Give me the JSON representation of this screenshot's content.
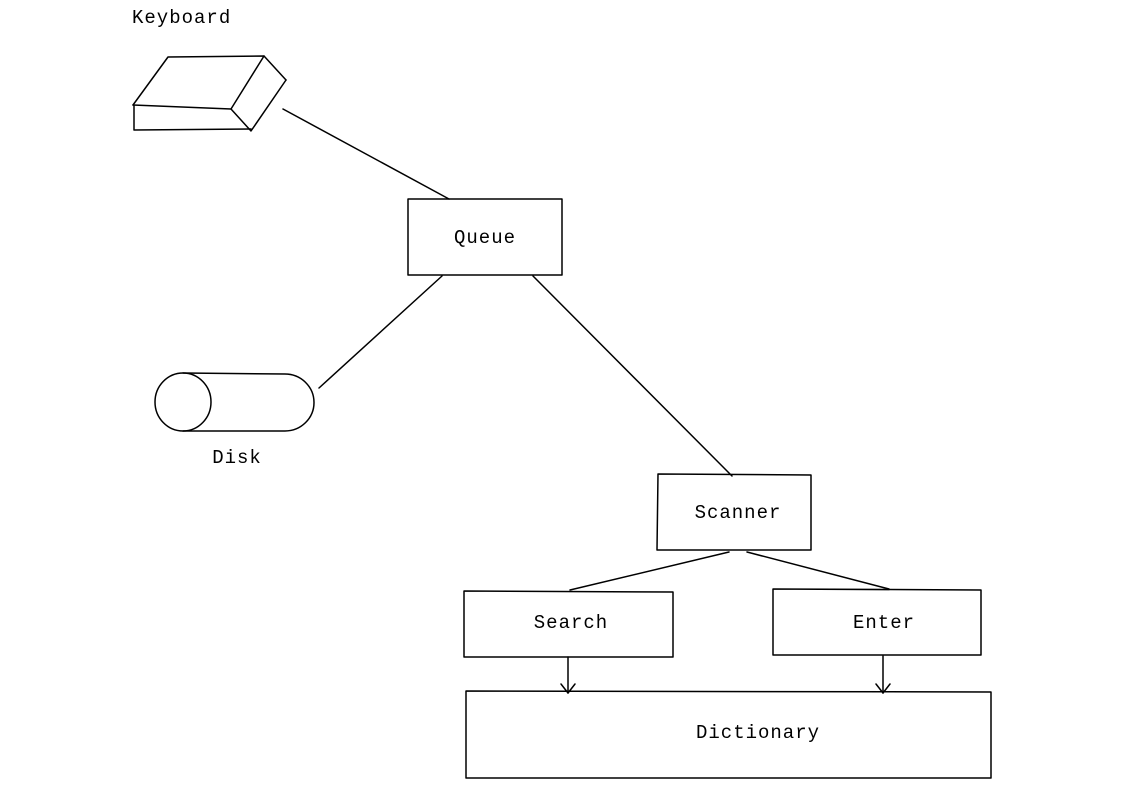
{
  "nodes": {
    "keyboard": {
      "label": "Keyboard",
      "icon": "keyboard-icon"
    },
    "queue": {
      "label": "Queue"
    },
    "disk": {
      "label": "Disk",
      "icon": "disk-cylinder-icon"
    },
    "scanner": {
      "label": "Scanner"
    },
    "search": {
      "label": "Search"
    },
    "enter": {
      "label": "Enter"
    },
    "dictionary": {
      "label": "Dictionary"
    }
  },
  "edges": [
    {
      "from": "keyboard",
      "to": "queue",
      "arrow": false
    },
    {
      "from": "queue",
      "to": "disk",
      "arrow": false
    },
    {
      "from": "queue",
      "to": "scanner",
      "arrow": false
    },
    {
      "from": "scanner",
      "to": "search",
      "arrow": false
    },
    {
      "from": "scanner",
      "to": "enter",
      "arrow": false
    },
    {
      "from": "search",
      "to": "dictionary",
      "arrow": true
    },
    {
      "from": "enter",
      "to": "dictionary",
      "arrow": true
    }
  ],
  "colors": {
    "stroke": "#000000",
    "background": "#ffffff"
  }
}
